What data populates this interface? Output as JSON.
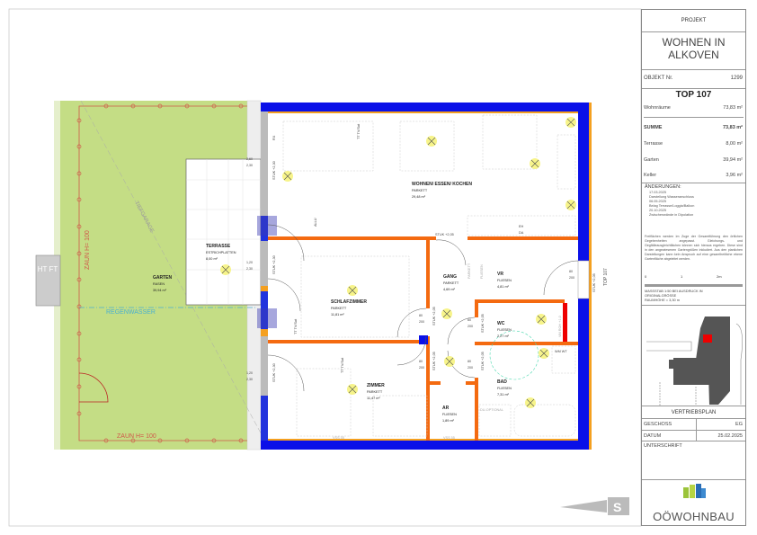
{
  "panel": {
    "project_label": "PROJEKT",
    "project_name_1": "WOHNEN IN",
    "project_name_2": "ALKOVEN",
    "object_label": "OBJEKT Nr.",
    "object_no": "1299",
    "top": "TOP 107",
    "areas": [
      {
        "label": "Wohnräume",
        "value": "73,83 m²"
      },
      {
        "label": "SUMME",
        "value": "73,83 m²"
      },
      {
        "label": "Terrasse",
        "value": "8,00 m²"
      },
      {
        "label": "Garten",
        "value": "39,94 m²"
      },
      {
        "label": "Keller",
        "value": "3,96 m²"
      }
    ],
    "changes_title": "ÄNDERUNGEN:",
    "changes": [
      "17.03.2025",
      "Darstellung Wasseranschluss",
      "06.05.2025",
      "Belag Terrasse/Loggia/Balkon",
      "20.10.2025",
      "Zwischenwände in Dipolation"
    ],
    "notes": "Freiflächen werden im Zuge der Gesamtführung den örtlichen Gegebenheiten angepasst. Gleichungs- und Gegfälleausgleichflächen können sich hieraus ergeben. Diese sind in den angewiesenen Gartengrößen inkludiert. Aus den planlichen Darstellungen kann kein Anspruch auf eine gesamtheitliche ebene Gartenfläche abgeleitet werden.",
    "scale_ticks": [
      "0",
      "1",
      "2m"
    ],
    "scale_text": "MASSSTAB   1:50   BEI   AUSDRUCK   IN",
    "scale_text_2": "ORIGINALGRÖSSE",
    "room_height": "RAUMHÖHE = 3,30 m",
    "plan_type": "VERTRIEBSPLAN",
    "floor_label": "GESCHOSS",
    "floor": "EG",
    "date_label": "DATUM",
    "date": "25.02.2025",
    "signature_label": "UNTERSCHRIFT",
    "brand": "OÖWOHNBAU"
  },
  "plan": {
    "rooms": [
      {
        "name": "WOHNEN/ ESSEN/ KOCHEN",
        "floor": "PARKETT",
        "area": "29,48 m²"
      },
      {
        "name": "SCHLAFZIMMER",
        "floor": "PARKETT",
        "area": "11,81 m²"
      },
      {
        "name": "ZIMMER",
        "floor": "PARKETT",
        "area": "11,47 m²"
      },
      {
        "name": "GANG",
        "floor": "PARKETT",
        "area": "4,69 m²"
      },
      {
        "name": "VR",
        "floor": "FLIESEN",
        "area": "4,81 m²"
      },
      {
        "name": "WC",
        "floor": "FLIESEN",
        "area": "2,27 m²"
      },
      {
        "name": "BAD",
        "floor": "FLIESEN",
        "area": "7,31 m²"
      },
      {
        "name": "AR",
        "floor": "FLIESEN",
        "area": "1,89 m²"
      },
      {
        "name": "TERRASSE",
        "floor": "ESTRICHPLATTEN",
        "area": "8,00 m²"
      },
      {
        "name": "GARTEN",
        "floor": "RASEN",
        "area": "39,94 m²"
      }
    ],
    "fence_left": "ZAUN H= 100",
    "fence_bottom": "ZAUN H= 100",
    "rainwater": "REGENWASSER",
    "slope": "TIEFGARAGE",
    "light_shaft": "HT FT",
    "top_label": "TOP 107",
    "stuk": [
      "STUK +2,30",
      "STUK +2,30",
      "STUK +2,05",
      "STUK +2,05",
      "STUK +2,05",
      "STUK +2,05",
      "STUK +2,05",
      "STUK +2,30",
      "STUK +2,05"
    ],
    "misc": [
      "RX",
      "TT TV/Sat",
      "ALLU",
      "EH",
      "DA",
      "PARKETT",
      "FLIESEN",
      "VSS 55",
      "VSS 55",
      "DU-OPTIONAL",
      "WM WT",
      "VM ROH +1,0",
      "TT TV/Sat",
      "TT TV/Sat"
    ],
    "dims": [
      "2,60",
      "2,30",
      "1,20",
      "2,30",
      "1,20",
      "2,30",
      "80",
      "200",
      "80",
      "200",
      "80",
      "200",
      "80",
      "200",
      "80",
      "200"
    ]
  }
}
